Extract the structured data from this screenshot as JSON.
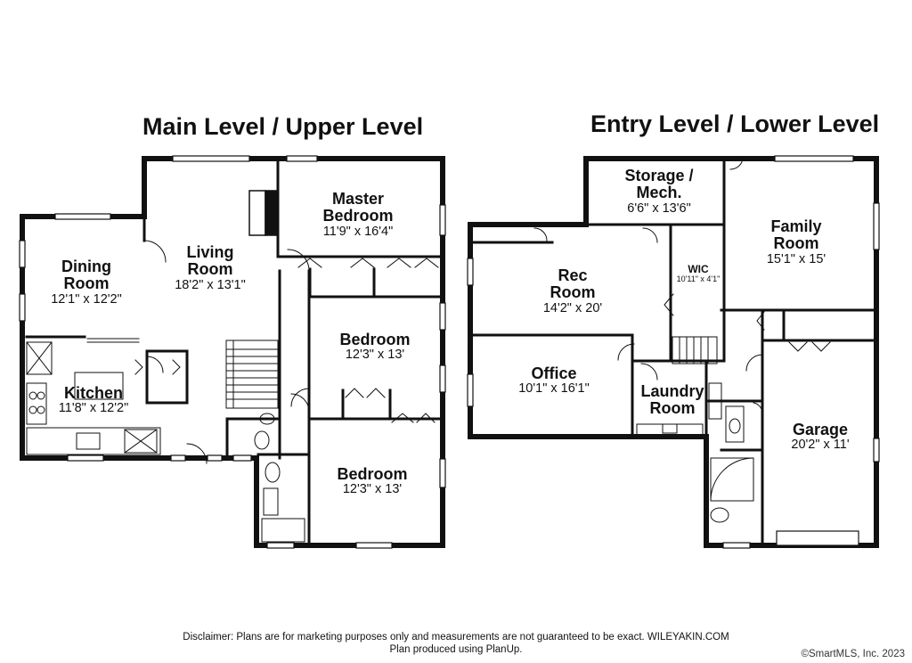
{
  "levels": [
    {
      "title": "Main Level / Upper Level",
      "rooms": [
        {
          "name": "Dining\nRoom",
          "dims": "12'1\" x 12'2\""
        },
        {
          "name": "Living\nRoom",
          "dims": "18'2\" x 13'1\""
        },
        {
          "name": "Master\nBedroom",
          "dims": "11'9\" x 16'4\""
        },
        {
          "name": "Bedroom",
          "dims": "12'3\" x 13'"
        },
        {
          "name": "Kitchen",
          "dims": "11'8\" x 12'2\""
        },
        {
          "name": "Bedroom",
          "dims": "12'3\" x 13'"
        }
      ]
    },
    {
      "title": "Entry Level / Lower Level",
      "rooms": [
        {
          "name": "Storage /\nMech.",
          "dims": "6'6\" x 13'6\""
        },
        {
          "name": "Family\nRoom",
          "dims": "15'1\" x 15'"
        },
        {
          "name": "WIC",
          "dims": "10'11\" x 4'1\""
        },
        {
          "name": "Rec\nRoom",
          "dims": "14'2\" x 20'"
        },
        {
          "name": "Office",
          "dims": "10'1\" x 16'1\""
        },
        {
          "name": "Laundry\nRoom",
          "dims": ""
        },
        {
          "name": "Garage",
          "dims": "20'2\" x 11'"
        }
      ]
    }
  ],
  "disclaimer": {
    "line1": "Disclaimer: Plans are for marketing purposes only and measurements are not guaranteed to be exact. WILEYAKIN.COM",
    "line2": "Plan produced using PlanUp."
  },
  "copyright": "©SmartMLS, Inc.  2023"
}
